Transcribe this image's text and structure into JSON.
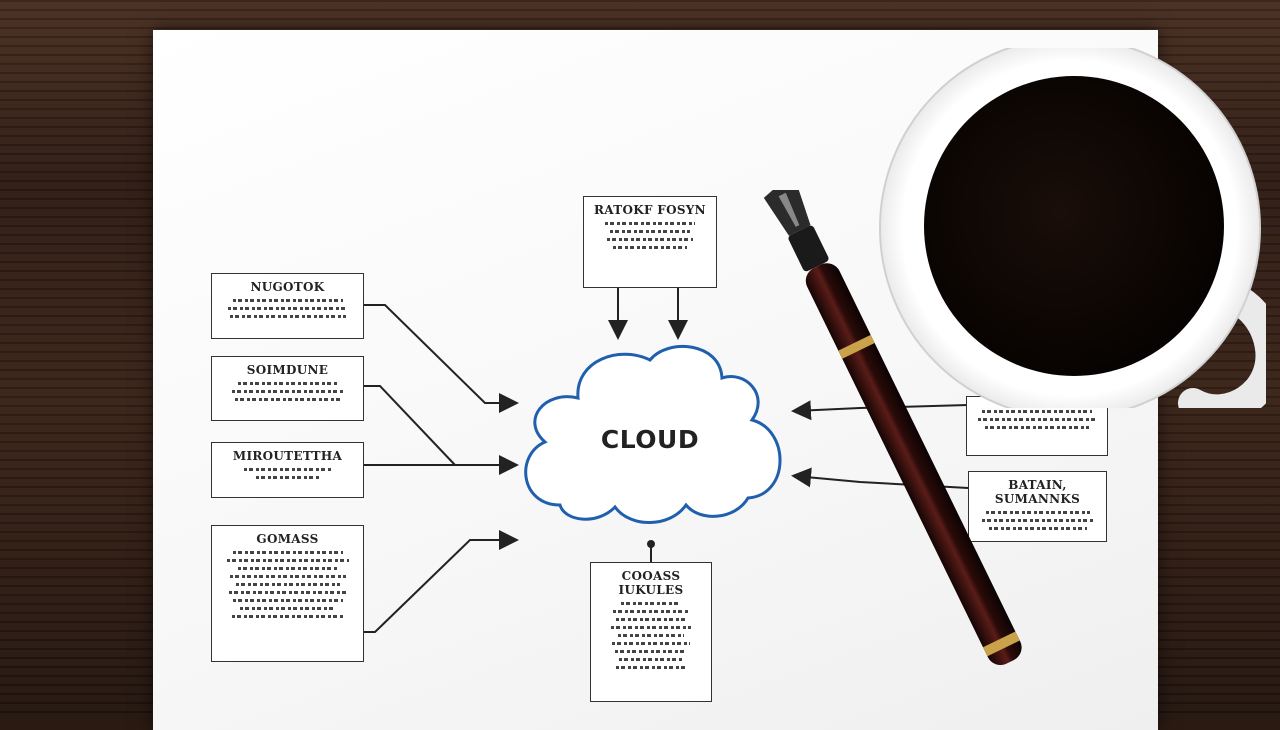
{
  "diagram": {
    "center": {
      "label": "CLOUD"
    },
    "boxes": {
      "top": {
        "title": "RATOKF FOSYN"
      },
      "left1": {
        "title": "NUGOTOK"
      },
      "left2": {
        "title": "SOIMDUNE"
      },
      "left3": {
        "title": "MIROUTETTHA"
      },
      "left4": {
        "title": "GOMASS"
      },
      "bottom": {
        "title": "COOASS IUKULES"
      },
      "right1": {
        "title": ""
      },
      "right2": {
        "title": "BATAIN, SUMANNKS"
      }
    }
  },
  "colors": {
    "cloud_outline": "#1f5fae",
    "ink": "#222222",
    "coffee": "#120a06",
    "cup": "#ffffff",
    "pen_body": "#2a0e0c",
    "pen_band": "#c9a24a"
  },
  "objects": [
    "coffee-cup",
    "fountain-pen",
    "paper-sheet",
    "wooden-table"
  ]
}
